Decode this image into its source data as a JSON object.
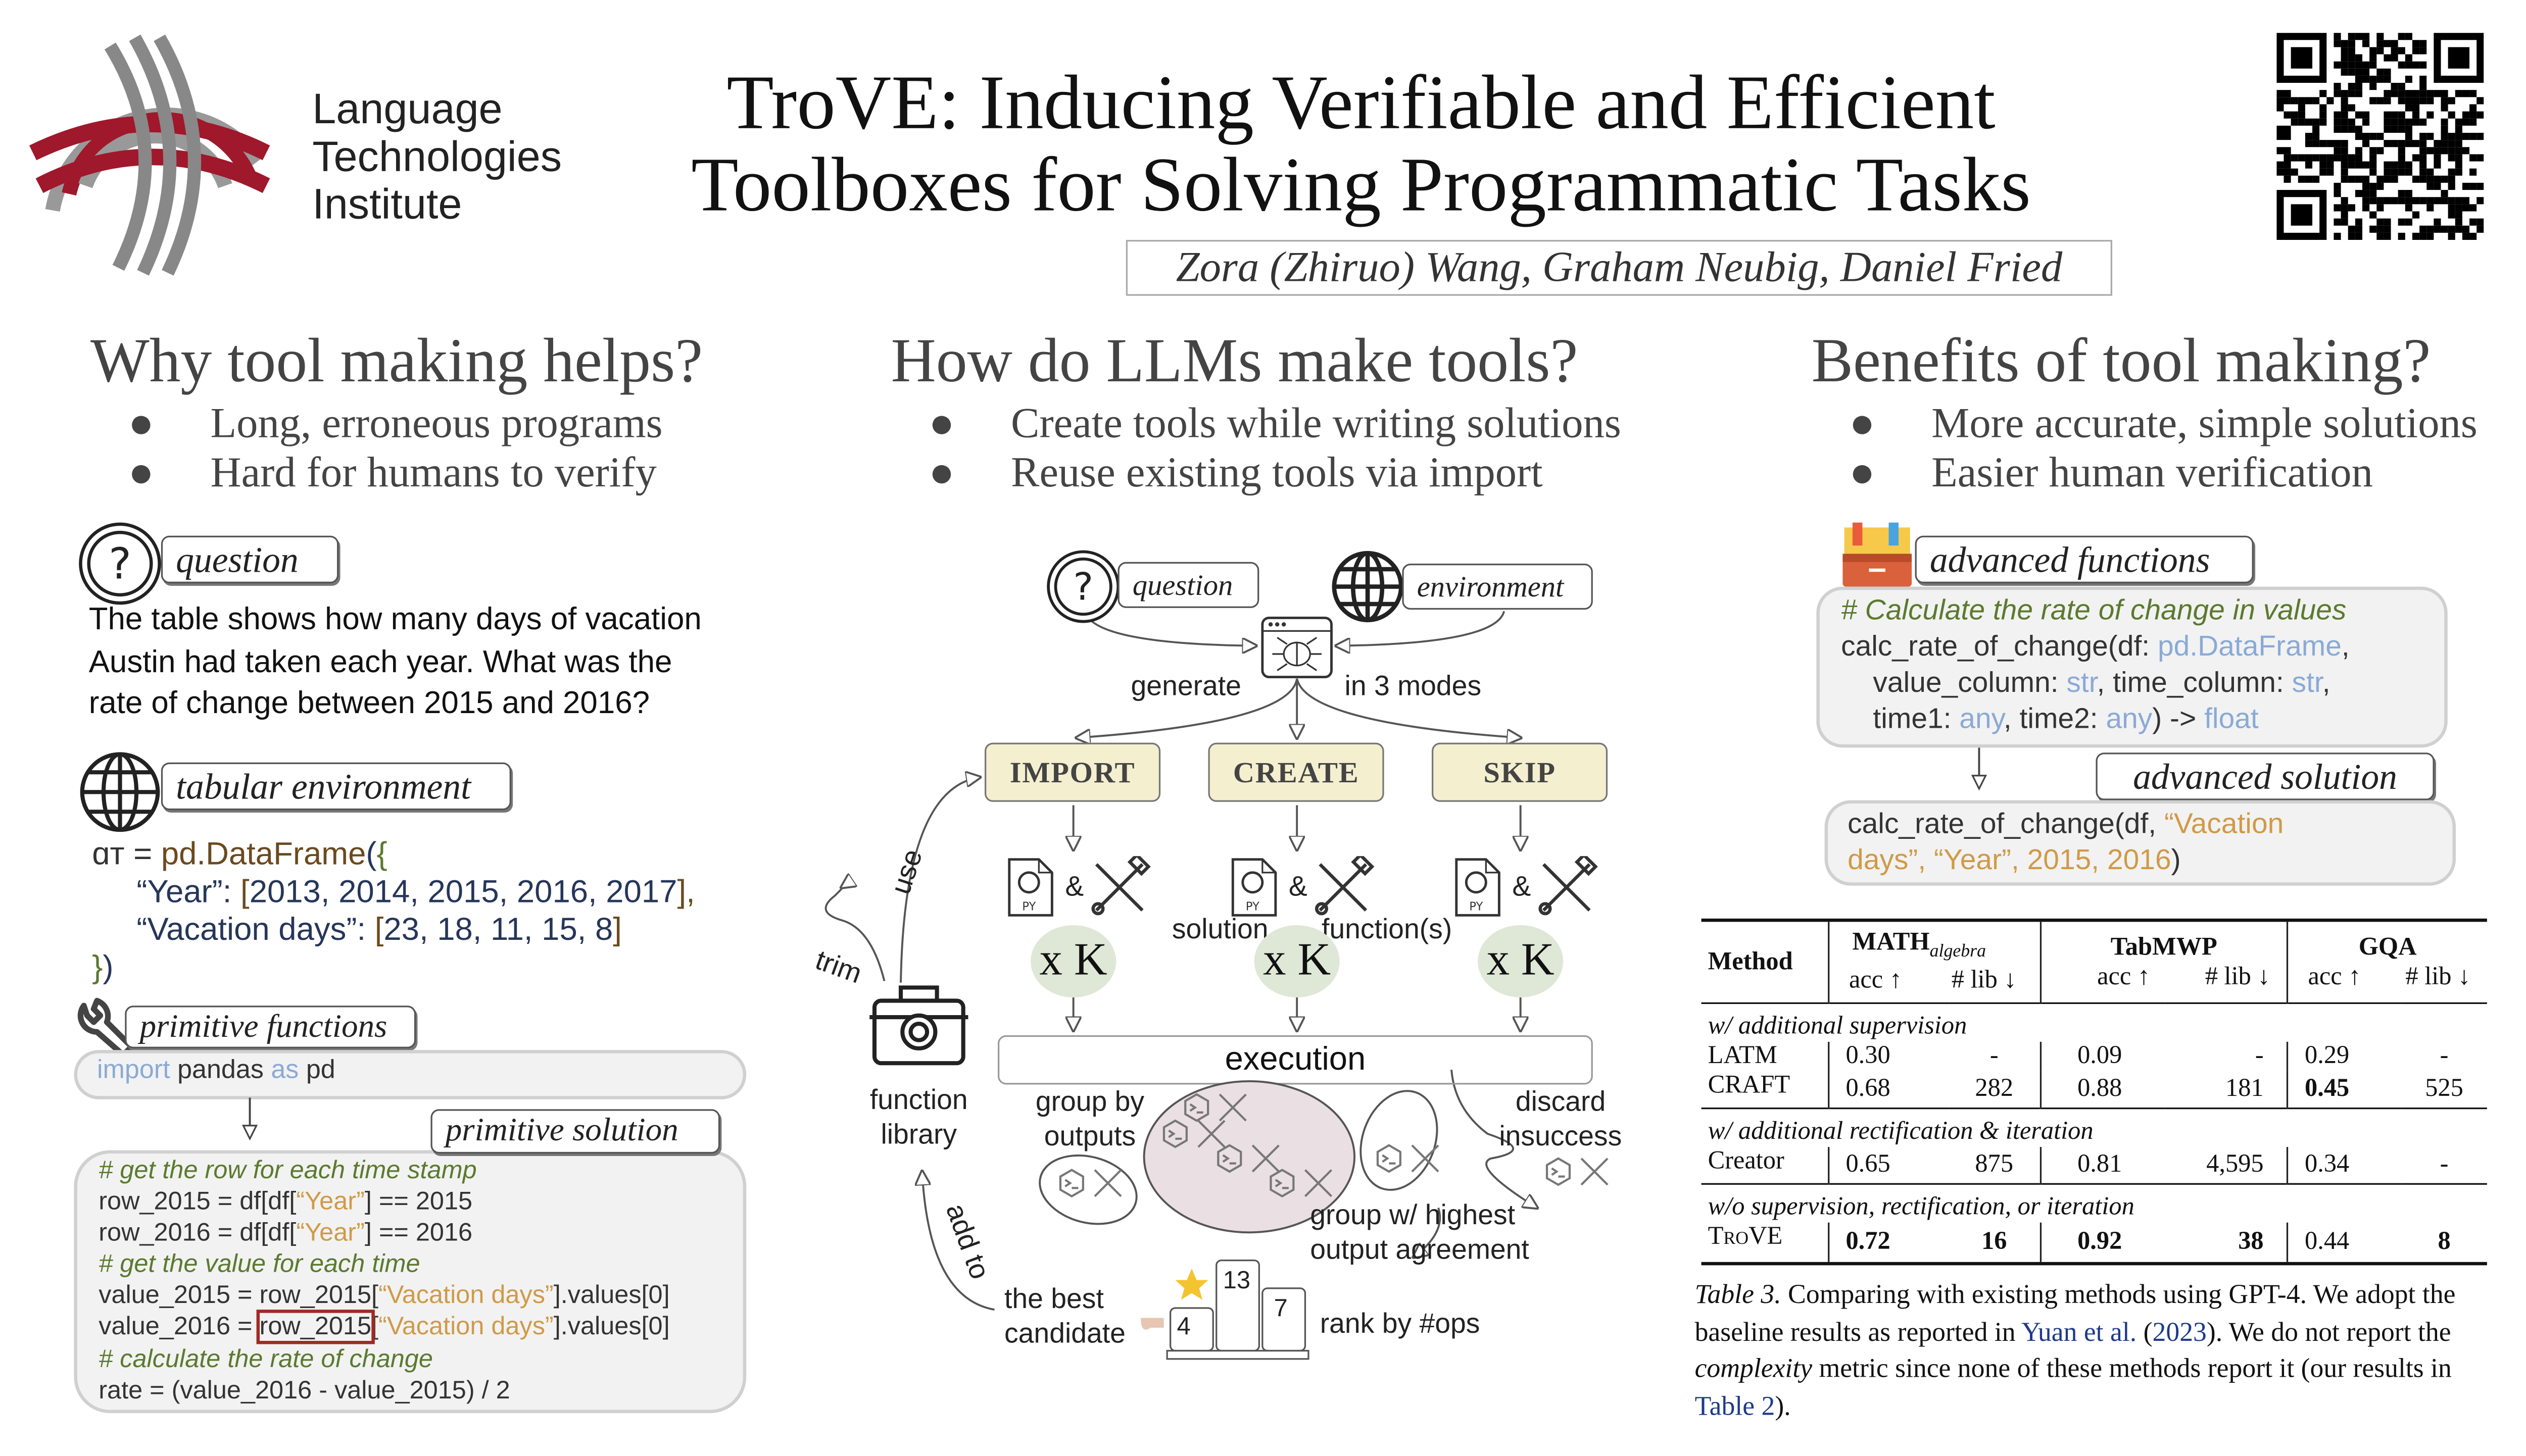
{
  "logo": {
    "line1": "Language",
    "line2": "Technologies",
    "line3": "Institute"
  },
  "title": {
    "line1": "TroVE: Inducing Verifiable and Efficient",
    "line2": "Toolboxes for Solving Programmatic Tasks"
  },
  "authors": "Zora (Zhiruo) Wang, Graham Neubig, Daniel Fried",
  "left": {
    "heading": "Why tool making helps?",
    "bullets": [
      "Long, erroneous programs",
      "Hard for humans to verify"
    ],
    "question_tag": "question",
    "question_text": [
      "The table shows how many days of vacation",
      "Austin had taken each year. What was the",
      "rate of change between 2015 and 2016?"
    ],
    "env_tag": "tabular environment",
    "env_code": [
      [
        {
          "t": "ɑт = ",
          "k": "plain"
        },
        {
          "t": "pd.DataFrame",
          "k": "fn"
        },
        {
          "t": "(",
          "k": "blu"
        },
        {
          "t": "{",
          "k": "grn"
        }
      ],
      [
        {
          "t": "     “Year”: ",
          "k": "num"
        },
        {
          "t": "[",
          "k": "brk"
        },
        {
          "t": "2013, 2014, 2015, 2016, 2017",
          "k": "num"
        },
        {
          "t": "],",
          "k": "brk"
        }
      ],
      [
        {
          "t": "     “Vacation days”: ",
          "k": "num"
        },
        {
          "t": "[",
          "k": "brk"
        },
        {
          "t": "23, 18, 11, 15, 8",
          "k": "num"
        },
        {
          "t": "]",
          "k": "brk"
        }
      ],
      [
        {
          "t": "}",
          "k": "grn"
        },
        {
          "t": ")",
          "k": "blu"
        }
      ]
    ],
    "prim_func_tag": "primitive functions",
    "prim_func_code": [
      [
        {
          "t": "import",
          "k": "kw"
        },
        {
          "t": " pandas ",
          "k": "plain"
        },
        {
          "t": "as",
          "k": "kw"
        },
        {
          "t": " pd",
          "k": "plain"
        }
      ]
    ],
    "prim_sol_tag": "primitive solution",
    "prim_sol_code": [
      [
        {
          "t": "# get the row for each time stamp",
          "k": "cm"
        }
      ],
      [
        {
          "t": "row_2015 = df[df[",
          "k": "plain"
        },
        {
          "t": "“Year”",
          "k": "str"
        },
        {
          "t": "] == 2015",
          "k": "plain"
        }
      ],
      [
        {
          "t": "row_2016 = df[df[",
          "k": "plain"
        },
        {
          "t": "“Year”",
          "k": "str"
        },
        {
          "t": "] == 2016",
          "k": "plain"
        }
      ],
      [
        {
          "t": "# get the value for each time",
          "k": "cm"
        }
      ],
      [
        {
          "t": "value_2015 = row_2015[",
          "k": "plain"
        },
        {
          "t": "“Vacation days”",
          "k": "str"
        },
        {
          "t": "].values[0]",
          "k": "plain"
        }
      ],
      [
        {
          "t": "value_2016 = ",
          "k": "plain"
        },
        {
          "t": "row_2015",
          "k": "err"
        },
        {
          "t": "[",
          "k": "plain"
        },
        {
          "t": "“Vacation days”",
          "k": "str"
        },
        {
          "t": "].values[0]",
          "k": "plain"
        }
      ],
      [
        {
          "t": "# calculate the rate of change",
          "k": "cm"
        }
      ],
      [
        {
          "t": "rate = (value_2016 - value_2015) / 2",
          "k": "plain"
        }
      ]
    ]
  },
  "middle": {
    "heading": "How do LLMs make tools?",
    "bullets": [
      "Create tools while writing solutions",
      "Reuse existing tools via import"
    ],
    "question_tag": "question",
    "env_tag": "environment",
    "generate": "generate",
    "in_modes": "in 3 modes",
    "modes": [
      "IMPORT",
      "CREATE",
      "SKIP"
    ],
    "amp": "&",
    "py_label": "PY",
    "solution": "solution",
    "functions": "function(s)",
    "xk": "x K",
    "execution": "execution",
    "use": "use",
    "trim": "trim",
    "library": [
      "function",
      "library"
    ],
    "group_by": [
      "group by",
      "outputs"
    ],
    "discard": [
      "discard",
      "insuccess"
    ],
    "highest": [
      "group w/ highest",
      "output agreement"
    ],
    "add_to": "add to",
    "best": [
      "the best",
      "candidate"
    ],
    "rank": "rank by #ops",
    "podium": [
      "4",
      "13",
      "7"
    ]
  },
  "right": {
    "heading": "Benefits of tool making?",
    "bullets": [
      "More accurate, simple solutions",
      "Easier human verification"
    ],
    "adv_func_tag": "advanced functions",
    "adv_func_code": [
      [
        {
          "t": "# Calculate the rate of change in values",
          "k": "cm"
        }
      ],
      [
        {
          "t": "calc_rate_of_change(df: ",
          "k": "plain"
        },
        {
          "t": "pd.DataFrame",
          "k": "kw"
        },
        {
          "t": ",",
          "k": "plain"
        }
      ],
      [
        {
          "t": "    value_column: ",
          "k": "plain"
        },
        {
          "t": "str",
          "k": "kw"
        },
        {
          "t": ", time_column: ",
          "k": "plain"
        },
        {
          "t": "str",
          "k": "kw"
        },
        {
          "t": ",",
          "k": "plain"
        }
      ],
      [
        {
          "t": "    time1: ",
          "k": "plain"
        },
        {
          "t": "any",
          "k": "kw"
        },
        {
          "t": ", time2: ",
          "k": "plain"
        },
        {
          "t": "any",
          "k": "kw"
        },
        {
          "t": ") -> ",
          "k": "plain"
        },
        {
          "t": "float",
          "k": "kw"
        }
      ]
    ],
    "adv_sol_tag": "advanced solution",
    "adv_sol_code": [
      [
        {
          "t": "calc_rate_of_change(df, ",
          "k": "plain"
        },
        {
          "t": "“Vacation",
          "k": "str"
        }
      ],
      [
        {
          "t": "days”, “Year”, 2015, 2016",
          "k": "str"
        },
        {
          "t": ")",
          "k": "plain"
        }
      ]
    ],
    "table": {
      "method": "Method",
      "datasets": [
        "MATH",
        "TabMWP",
        "GQA"
      ],
      "math_sub": "algebra",
      "acc": "acc ↑",
      "lib": "# lib ↓",
      "groups": [
        {
          "label": "w/ additional supervision",
          "rows": [
            {
              "name": "LATM",
              "cells": [
                "0.30",
                "-",
                "0.09",
                "-",
                "0.29",
                "-"
              ]
            },
            {
              "name": "CRAFT",
              "cells": [
                "0.68",
                "282",
                "0.88",
                "181",
                "0.45",
                "525"
              ]
            }
          ]
        },
        {
          "label": "w/ additional rectification & iteration",
          "rows": [
            {
              "name": "Creator",
              "cells": [
                "0.65",
                "875",
                "0.81",
                "4,595",
                "0.34",
                "-"
              ]
            }
          ]
        },
        {
          "label": "w/o supervision, rectification, or iteration",
          "rows": [
            {
              "name": "TroVE",
              "cells": [
                "0.72",
                "16",
                "0.92",
                "38",
                "0.44",
                "8"
              ]
            }
          ]
        }
      ]
    },
    "caption": {
      "label": "Table 3.",
      "t1": " Comparing with existing methods using GPT-4. We adopt the baseline results as reported in ",
      "cite": "Yuan et al.",
      "t2": " (",
      "year": "2023",
      "t3": "). We do not report the ",
      "em": "complexity",
      "t4": " metric since none of these methods report it (our results in ",
      "ref": "Table 2",
      "t5": ")."
    }
  }
}
